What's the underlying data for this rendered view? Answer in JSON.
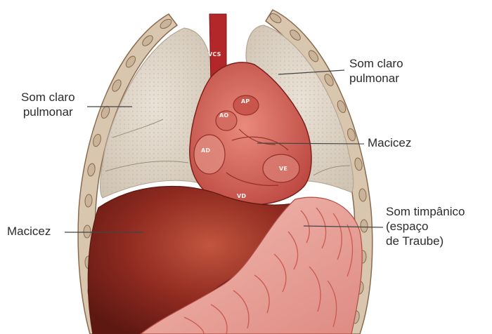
{
  "labels": {
    "left_lung": {
      "line1": "Som claro",
      "line2": "pulmonar"
    },
    "right_lung": {
      "line1": "Som claro",
      "line2": "pulmonar"
    },
    "heart": "Macicez",
    "liver": "Macicez",
    "stomach": {
      "line1": "Som timpânico",
      "line2": "(espaço",
      "line3": "de Traube)"
    }
  },
  "chambers": {
    "vcs": "VCS",
    "ap": "AP",
    "ao": "AO",
    "ad": "AD",
    "ve": "VE",
    "vd": "VD"
  },
  "colors": {
    "lung": "#ddd3c6",
    "lung_shadow": "#c8bcab",
    "heart": "#d9675e",
    "heart_dark": "#a8342f",
    "liver": "#8e2a20",
    "liver_highlight": "#b94a36",
    "stomach": "#eaa29a",
    "stomach_fold": "#c9574f",
    "rib": "#c9b49a",
    "rib_dark": "#8a6a4e",
    "vessel": "#b3262a",
    "leader_line": "#444444"
  }
}
